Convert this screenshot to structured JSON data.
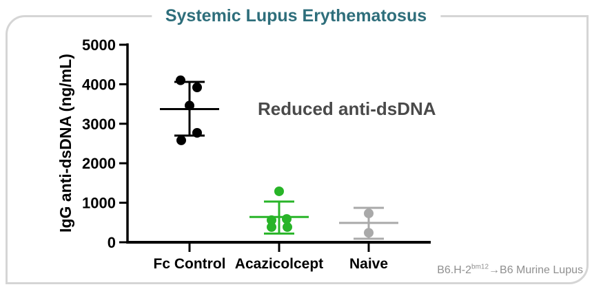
{
  "card": {
    "title": "Systemic Lupus Erythematosus",
    "title_color": "#2E6E7B",
    "border_color": "#D5D5D5"
  },
  "annotation": {
    "text": "Reduced anti-dsDNA",
    "color": "#4A4A4A"
  },
  "caption": {
    "prefix": "B6.H-2",
    "superscript": "bm12",
    "suffix": "→B6 Murine Lupus",
    "color": "#8F8F8F"
  },
  "chart_data": {
    "type": "scatter",
    "title": "Systemic Lupus Erythematosus",
    "xlabel": "",
    "ylabel": "IgG anti-dsDNA (ng/mL)",
    "ylim": [
      0,
      5000
    ],
    "yticks": [
      0,
      1000,
      2000,
      3000,
      4000,
      5000
    ],
    "grid": false,
    "legend": "none",
    "error_bar_style": "mean-with-sd-caps",
    "categories": [
      "Fc Control",
      "Acazicolcept",
      "Naive"
    ],
    "series": [
      {
        "name": "Fc Control",
        "color": "#000000",
        "values": [
          4100,
          3920,
          3460,
          2770,
          2580
        ],
        "offsets": [
          -13,
          11,
          0,
          11,
          -12
        ],
        "mean": 3370,
        "sd_high": 4060,
        "sd_low": 2700
      },
      {
        "name": "Acazicolcept",
        "color": "#28B428",
        "values": [
          1290,
          590,
          560,
          385,
          385
        ],
        "offsets": [
          0,
          11,
          -11,
          -11,
          12
        ],
        "mean": 640,
        "sd_high": 1030,
        "sd_low": 220
      },
      {
        "name": "Naive",
        "color": "#A9A9A9",
        "values": [
          730,
          240
        ],
        "offsets": [
          0,
          0
        ],
        "mean": 490,
        "sd_high": 870,
        "sd_low": 90
      }
    ]
  }
}
